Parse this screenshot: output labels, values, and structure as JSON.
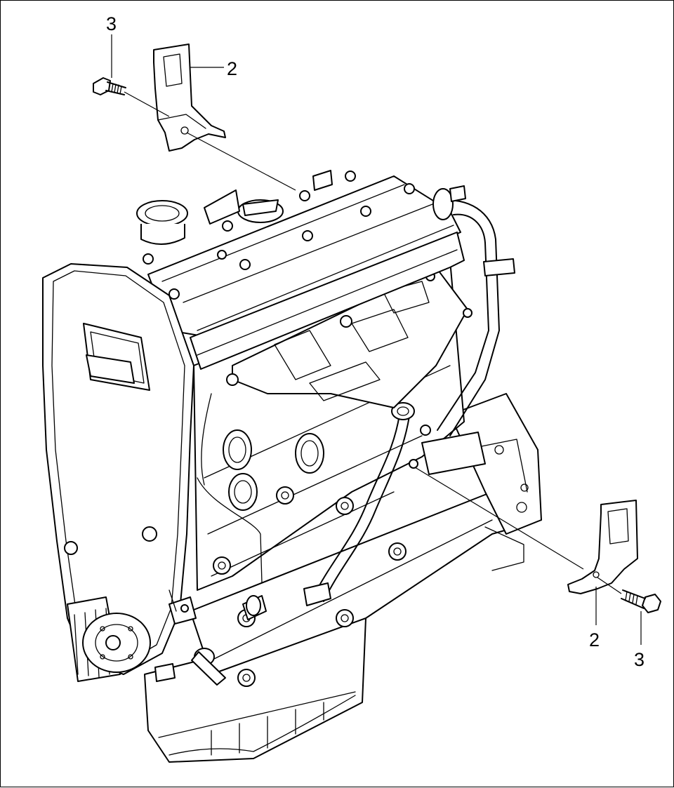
{
  "callouts": {
    "top_bolt": "3",
    "top_bracket": "2",
    "bottom_bracket": "2",
    "bottom_bolt": "3"
  },
  "colors": {
    "line": "#000000",
    "background": "#ffffff"
  }
}
